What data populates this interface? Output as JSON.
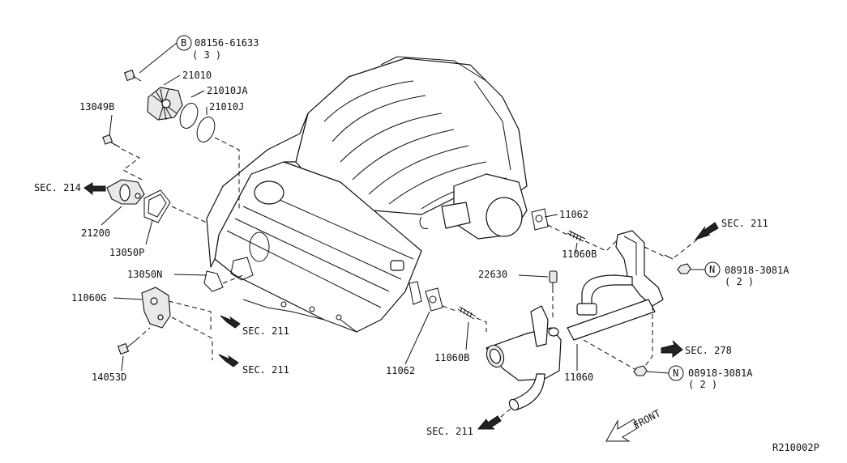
{
  "labels": {
    "bolt_ref": "08156-61633",
    "bolt_ref_prefix": "B",
    "bolt_qty": "( 3 )",
    "p21010": "21010",
    "p21010JA": "21010JA",
    "p21010J": "21010J",
    "p13049B": "13049B",
    "p21200": "21200",
    "p13050P": "13050P",
    "p13050N": "13050N",
    "p11060G": "11060G",
    "p14053D": "14053D",
    "p11062_top": "11062",
    "p11060B_top": "11060B",
    "p22630": "22630",
    "p11062_bot": "11062",
    "p11060B_bot": "11060B",
    "p11060": "11060",
    "nut_ref_1": "08918-3081A",
    "nut_qty_1": "( 2 )",
    "nut_ref_2": "08918-3081A",
    "nut_qty_2": "( 2 )",
    "nut_prefix": "N",
    "front": "FRONT",
    "diagram_id": "R210002P"
  },
  "sections": {
    "sec214": "SEC. 214",
    "sec211_a": "SEC. 211",
    "sec211_b": "SEC. 211",
    "sec211_c": "SEC. 211",
    "sec211_d": "SEC. 211",
    "sec278": "SEC. 278"
  }
}
